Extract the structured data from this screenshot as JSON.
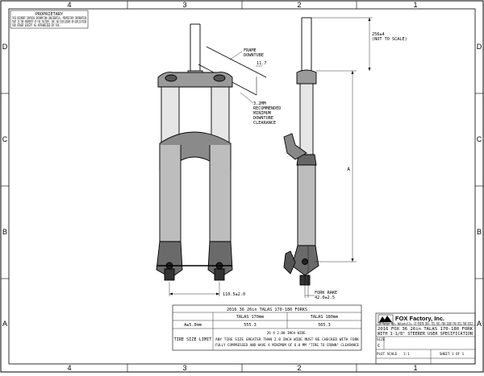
{
  "zones": {
    "columns": [
      "4",
      "3",
      "2",
      "1"
    ],
    "rows": [
      "D",
      "C",
      "B",
      "A"
    ]
  },
  "proprietary": {
    "heading": "PROPRIETARY",
    "lines": [
      "THIS DOCUMENT CONTAINS INFORMATION CONFIDENTIAL, PROPRIETARY INFORMATION",
      "THAT IS THE PROPERTY OF FOX FACTORY, INC. NO DISCLOSURE OR DUPLICATION",
      "FOR OTHER EXCEPT AS AUTHORIZED BY FOX."
    ]
  },
  "callouts": {
    "steerer": [
      "256±4",
      "(NOT TO SCALE)"
    ],
    "frame_downtube": [
      "FRAME",
      "DOWNTUBE"
    ],
    "angle": "11.7",
    "clearance": [
      "3.2MM",
      "RECOMMENDED",
      "MINIMUM",
      "DOWNTUBE",
      "CLEARANCE"
    ],
    "axle_width": "110.5±2.0",
    "fork_rake": [
      "FORK RAKE",
      "42.0±2.5"
    ]
  },
  "spec_table": {
    "title": "2016 36 26in TALAS 170-180 FORKS",
    "col_headers": [
      "TALAS 170mm",
      "TALAS 180mm"
    ],
    "row_label": "A±5.0mm",
    "values": [
      "555.3",
      "565.3"
    ],
    "tire_label": "TIRE SIZE LIMIT",
    "tire_lines": [
      "26 X 2.80 INCH WIDE.",
      "ANY TIRE SIZE GREATER THAN 2.8 INCH WIDE MUST BE CHECKED WITH FORK",
      "FULLY COMPRESSED AND HAVE A MINIMUM OF 6.0 MM \"TIRE TO CROWN\" CLEARANCE"
    ]
  },
  "title_block": {
    "company": "FOX Factory, Inc.",
    "address": "130 Hangar Way, Watsonville, CA 95076 USA, TEL 831-768-1100 FAX 831-768-9312",
    "description": [
      "2016 FOX 36 26in TALAS 170-180 FORK",
      "WITH 1-1/8\" STEERER USER SPECIFICATION"
    ],
    "size_label": "SIZE",
    "size_value": "C",
    "plot_scale_label": "PLOT SCALE",
    "plot_scale_value": "1:1",
    "sheet": "SHEET 1 OF 1"
  },
  "dimension_labels": {
    "a_marker": "A"
  }
}
